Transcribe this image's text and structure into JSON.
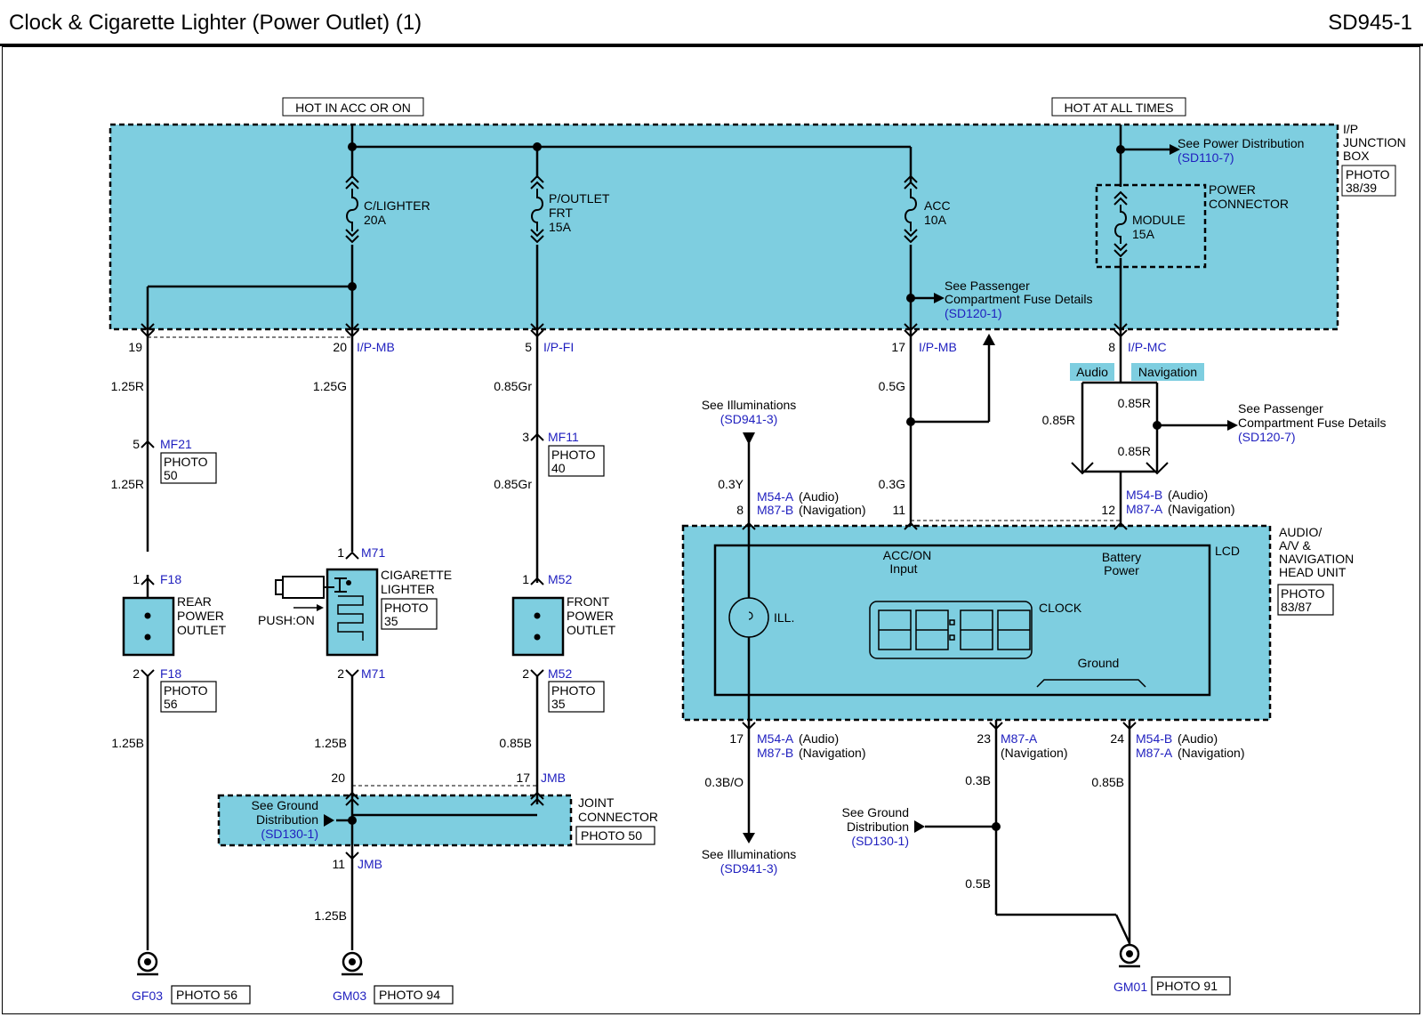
{
  "header": {
    "title": "Clock & Cigarette Lighter (Power Outlet) (1)",
    "code": "SD945-1"
  },
  "top_labels": {
    "hot_acc": "HOT IN ACC OR ON",
    "hot_all": "HOT AT ALL TIMES"
  },
  "jbox": {
    "l1": "I/P",
    "l2": "JUNCTION",
    "l3": "BOX",
    "p1": "PHOTO",
    "p2": "38/39"
  },
  "fuses": {
    "clighter": {
      "l1": "C/LIGHTER",
      "l2": "20A"
    },
    "poutlet": {
      "l1": "P/OUTLET",
      "l2": "FRT",
      "l3": "15A"
    },
    "acc": {
      "l1": "ACC",
      "l2": "10A"
    },
    "module": {
      "l1": "MODULE",
      "l2": "15A"
    }
  },
  "power_connector": {
    "l1": "POWER",
    "l2": "CONNECTOR"
  },
  "refs": {
    "power_dist": {
      "t": "See Power Distribution",
      "c": "(SD110-7)"
    },
    "pass_fuse1": {
      "t1": "See Passenger",
      "t2": "Compartment Fuse Details",
      "c": "(SD120-1)"
    },
    "pass_fuse2": {
      "t1": "See Passenger",
      "t2": "Compartment Fuse Details",
      "c": "(SD120-7)"
    },
    "illum_top": {
      "t": "See Illuminations",
      "c": "(SD941-3)"
    },
    "illum_bot": {
      "t": "See Illuminations",
      "c": "(SD941-3)"
    },
    "gnd_left": {
      "t1": "See Ground",
      "t2": "Distribution",
      "c": "(SD130-1)"
    },
    "gnd_right": {
      "t1": "See Ground",
      "t2": "Distribution",
      "c": "(SD130-1)"
    }
  },
  "pins": {
    "p19": "19",
    "p20": "20",
    "p5": "5",
    "p17": "17",
    "p8": "8",
    "mf21_5": "5",
    "mf11_3": "3",
    "f18_1": "1",
    "m71_1": "1",
    "m52_1": "1",
    "f18_2": "2",
    "m71_2": "2",
    "m52_2": "2",
    "jmb20": "20",
    "jmb17": "17",
    "jmb11": "11",
    "hu8": "8",
    "hu11": "11",
    "hu12": "12",
    "hu17": "17",
    "hu23": "23",
    "hu24": "24"
  },
  "connectors": {
    "ipmb1": "I/P-MB",
    "ipfi": "I/P-FI",
    "ipmb2": "I/P-MB",
    "ipmc": "I/P-MC",
    "mf21": "MF21",
    "mf11": "MF11",
    "f18a": "F18",
    "f18b": "F18",
    "m71a": "M71",
    "m71b": "M71",
    "m52a": "M52",
    "m52b": "M52",
    "jmb_a": "JMB",
    "jmb_b": "JMB",
    "m54a_top": "M54-A",
    "m87b_top": "M87-B",
    "m54b_top": "M54-B",
    "m87a_top": "M87-A",
    "m54a_bot": "M54-A",
    "m87b_bot": "M87-B",
    "m87a_mid": "M87-A",
    "m54b_bot": "M54-B",
    "m87a_bot": "M87-A"
  },
  "paren": {
    "audio1": "(Audio)",
    "nav1": "(Navigation)",
    "audio2": "(Audio)",
    "nav2": "(Navigation)",
    "audio3": "(Audio)",
    "nav3": "(Navigation)",
    "nav4": "(Navigation)",
    "audio4": "(Audio)",
    "nav5": "(Navigation)"
  },
  "wires": {
    "w1": "1.25R",
    "w2": "1.25R",
    "w3": "1.25B",
    "w4": "1.25G",
    "w5": "1.25B",
    "w6": "1.25B",
    "w7": "0.85Gr",
    "w8": "0.85Gr",
    "w9": "0.85B",
    "w10": "0.5G",
    "w11": "0.3G",
    "w12": "0.85R",
    "w13": "0.85R",
    "w14": "0.85R",
    "w15": "0.3Y",
    "w16": "0.3B/O",
    "w17": "0.3B",
    "w18": "0.5B",
    "w19": "0.85B"
  },
  "photos": {
    "mf21": {
      "l1": "PHOTO",
      "l2": "50"
    },
    "mf11": {
      "l1": "PHOTO",
      "l2": "40"
    },
    "cig": {
      "l1": "PHOTO",
      "l2": "35"
    },
    "f18": {
      "l1": "PHOTO",
      "l2": "56"
    },
    "m52": {
      "l1": "PHOTO",
      "l2": "35"
    },
    "hu": {
      "l1": "PHOTO",
      "l2": "83/87"
    },
    "joint": "PHOTO 50",
    "gf03": "PHOTO 56",
    "gm03": "PHOTO 94",
    "gm01": "PHOTO 91"
  },
  "components": {
    "rear": {
      "l1": "REAR",
      "l2": "POWER",
      "l3": "OUTLET"
    },
    "cig": {
      "l1": "CIGARETTE",
      "l2": "LIGHTER"
    },
    "front": {
      "l1": "FRONT",
      "l2": "POWER",
      "l3": "OUTLET"
    },
    "push_on": "PUSH:ON",
    "joint": {
      "l1": "JOINT",
      "l2": "CONNECTOR"
    },
    "hu": {
      "l1": "AUDIO/",
      "l2": "A/V &",
      "l3": "NAVIGATION",
      "l4": "HEAD UNIT"
    },
    "lcd": "LCD",
    "acc_on": {
      "l1": "ACC/ON",
      "l2": "Input"
    },
    "battery": {
      "l1": "Battery",
      "l2": "Power"
    },
    "clock": "CLOCK",
    "ground": "Ground",
    "ill": "ILL.",
    "audio_tag": "Audio",
    "nav_tag": "Navigation"
  },
  "grounds": {
    "gf03": "GF03",
    "gm03": "GM03",
    "gm01": "GM01"
  },
  "colors": {
    "fill": "#7ecee0",
    "wire": "#000000",
    "link": "#1f1fbf"
  }
}
